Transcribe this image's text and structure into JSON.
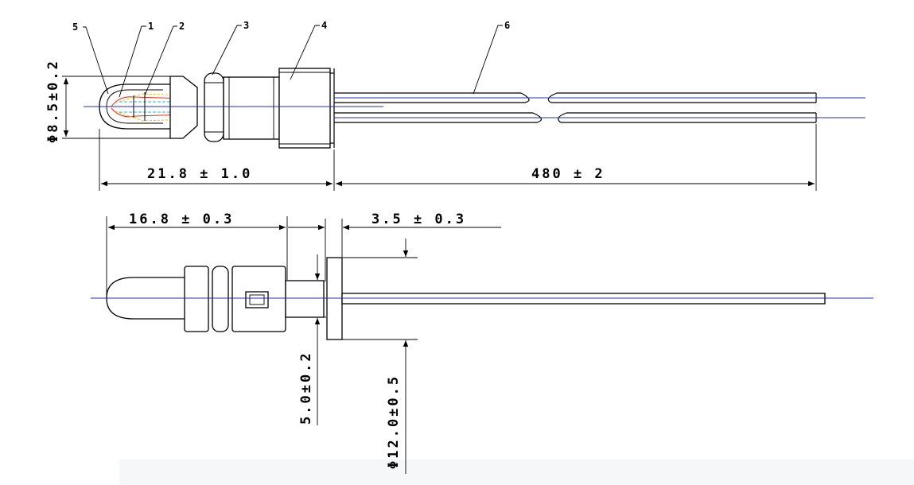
{
  "drawing": {
    "part_tags": [
      "5",
      "1",
      "2",
      "3",
      "4",
      "6"
    ],
    "dimensions": {
      "head_diameter": "Φ8.5±0.2",
      "head_length": "21.8 ± 1.0",
      "lead_length": "480 ± 2",
      "body_length": "16.8 ± 0.3",
      "flange_thickness": "3.5 ± 0.3",
      "neck_diameter": "5.0±0.2",
      "flange_diameter": "Φ12.0±0.5"
    },
    "colors": {
      "axis": "#1f2fb5",
      "line": "#000000",
      "wire_red": "#e0301e",
      "wire_yellow": "#e8c020",
      "wire_cyan": "#2fb8c8"
    }
  }
}
